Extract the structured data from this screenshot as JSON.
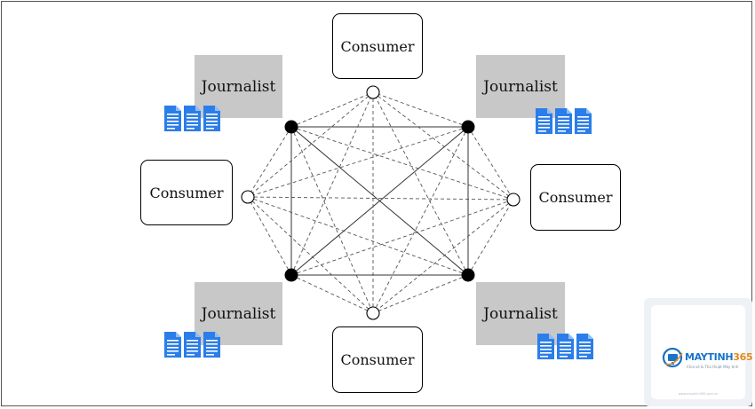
{
  "diagram": {
    "consumer_label": "Consumer",
    "journalist_label": "Journalist",
    "consumers": [
      "Consumer",
      "Consumer",
      "Consumer",
      "Consumer"
    ],
    "journalists": [
      "Journalist",
      "Journalist",
      "Journalist",
      "Journalist"
    ],
    "colors": {
      "journalist_fill": "#c8c8c8",
      "document_icon": "#2b7de9",
      "solid_edge": "#333333",
      "dashed_edge": "#555555"
    },
    "icons": [
      "document-stack-icon"
    ],
    "edge_styles": {
      "journalist_to_journalist": "solid",
      "involving_consumer": "dashed"
    }
  },
  "watermark": {
    "brand_prefix": "MAYTINH",
    "brand_suffix": "365",
    "tagline": "Chia sẻ & Thủ thuật Máy tính",
    "url": "www.maytinh365.com.vn"
  }
}
